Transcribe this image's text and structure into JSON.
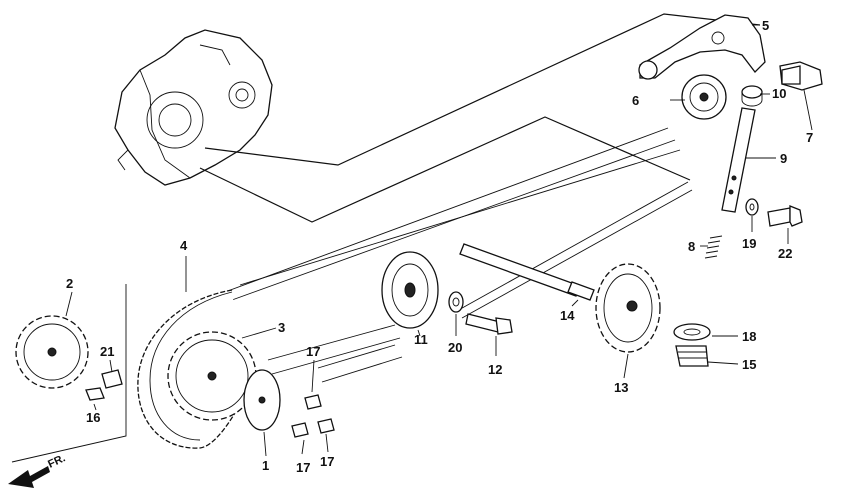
{
  "callouts": [
    {
      "id": "1",
      "text": "1"
    },
    {
      "id": "2",
      "text": "2"
    },
    {
      "id": "3",
      "text": "3"
    },
    {
      "id": "4",
      "text": "4"
    },
    {
      "id": "5",
      "text": "5"
    },
    {
      "id": "6",
      "text": "6"
    },
    {
      "id": "7",
      "text": "7"
    },
    {
      "id": "8",
      "text": "8"
    },
    {
      "id": "9",
      "text": "9"
    },
    {
      "id": "10",
      "text": "10"
    },
    {
      "id": "11",
      "text": "11"
    },
    {
      "id": "12",
      "text": "12"
    },
    {
      "id": "13",
      "text": "13"
    },
    {
      "id": "14",
      "text": "14"
    },
    {
      "id": "15",
      "text": "15"
    },
    {
      "id": "16",
      "text": "16"
    },
    {
      "id": "17a",
      "text": "17"
    },
    {
      "id": "17b",
      "text": "17"
    },
    {
      "id": "17c",
      "text": "17"
    },
    {
      "id": "18",
      "text": "18"
    },
    {
      "id": "19",
      "text": "19"
    },
    {
      "id": "20",
      "text": "20"
    },
    {
      "id": "21",
      "text": "21"
    },
    {
      "id": "22",
      "text": "22"
    }
  ],
  "direction_label": "FR."
}
